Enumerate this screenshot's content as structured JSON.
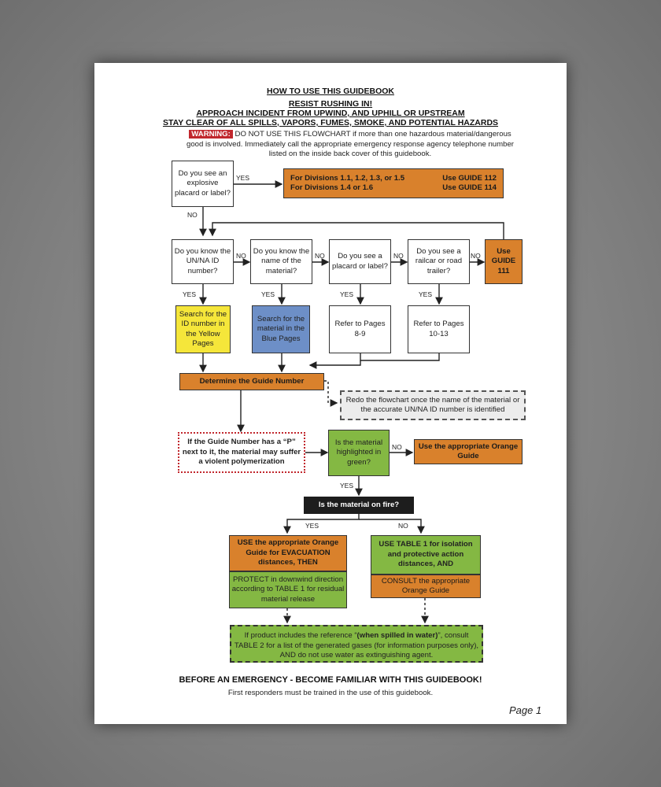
{
  "header": {
    "title": "HOW TO USE THIS GUIDEBOOK",
    "line1": "RESIST RUSHING IN!",
    "line2": "APPROACH INCIDENT FROM UPWIND, AND UPHILL OR UPSTREAM",
    "line3": "STAY CLEAR OF ALL SPILLS, VAPORS, FUMES, SMOKE, AND POTENTIAL HAZARDS"
  },
  "warning": {
    "tag": "WARNING:",
    "text1": " DO NOT USE THIS FLOWCHART if more than one hazardous material/dangerous",
    "text2": "good is involved. Immediately call the appropriate emergency response agency telephone number",
    "text3": "listed on the inside back cover of this guidebook."
  },
  "flow": {
    "explosive_q": "Do you see an explosive placard or label?",
    "yes": "YES",
    "no": "NO",
    "div1_left": "For Divisions 1.1, 1.2, 1.3, or 1.5",
    "div1_right": "Use GUIDE 112",
    "div2_left": "For Divisions 1.4 or 1.6",
    "div2_right": "Use GUIDE 114",
    "q_un": "Do you know the UN/NA ID number?",
    "q_name": "Do you know the name of the material?",
    "q_placard": "Do you see a placard or label?",
    "q_railcar": "Do you see a railcar or road trailer?",
    "use_guide_111": "Use GUIDE 111",
    "search_yellow": "Search for the ID number in the Yellow Pages",
    "search_blue": "Search for the material in the Blue Pages",
    "refer_8_9": "Refer to Pages 8-9",
    "refer_10_13": "Refer to Pages 10-13",
    "determine": "Determine the Guide Number",
    "redo": "Redo the flowchart once the name of the material or the accurate UN/NA ID number is identified",
    "polymer": "If the Guide Number has a “P” next to it, the material may suffer a violent polymerization",
    "highlighted": "Is the material highlighted in green?",
    "use_orange": "Use the appropriate Orange Guide",
    "on_fire": "Is the material on fire?",
    "fire_yes_top": "USE the appropriate Orange Guide for EVACUATION distances, THEN",
    "fire_yes_bottom": "PROTECT in downwind direction according to TABLE 1 for residual material release",
    "fire_no_top": "USE TABLE 1 for isolation and protective action distances, AND",
    "fire_no_bottom": "CONSULT the appropriate Orange Guide",
    "water_a": "If product includes the reference “",
    "water_bold": "(when spilled in water)",
    "water_b": "”, consult TABLE 2 for a list of the generated gases (for information purposes only), AND do not use water as extinguishing agent."
  },
  "footer": {
    "title": "BEFORE AN EMERGENCY - BECOME FAMILIAR WITH THIS GUIDEBOOK!",
    "sub": "First responders must be trained in the use of this guidebook.",
    "page": "Page 1"
  },
  "colors": {
    "orange": "#d9812c",
    "yellow": "#f5e63a",
    "blue": "#6d8fc7",
    "green": "#84b843",
    "warning_red": "#c1272d"
  }
}
